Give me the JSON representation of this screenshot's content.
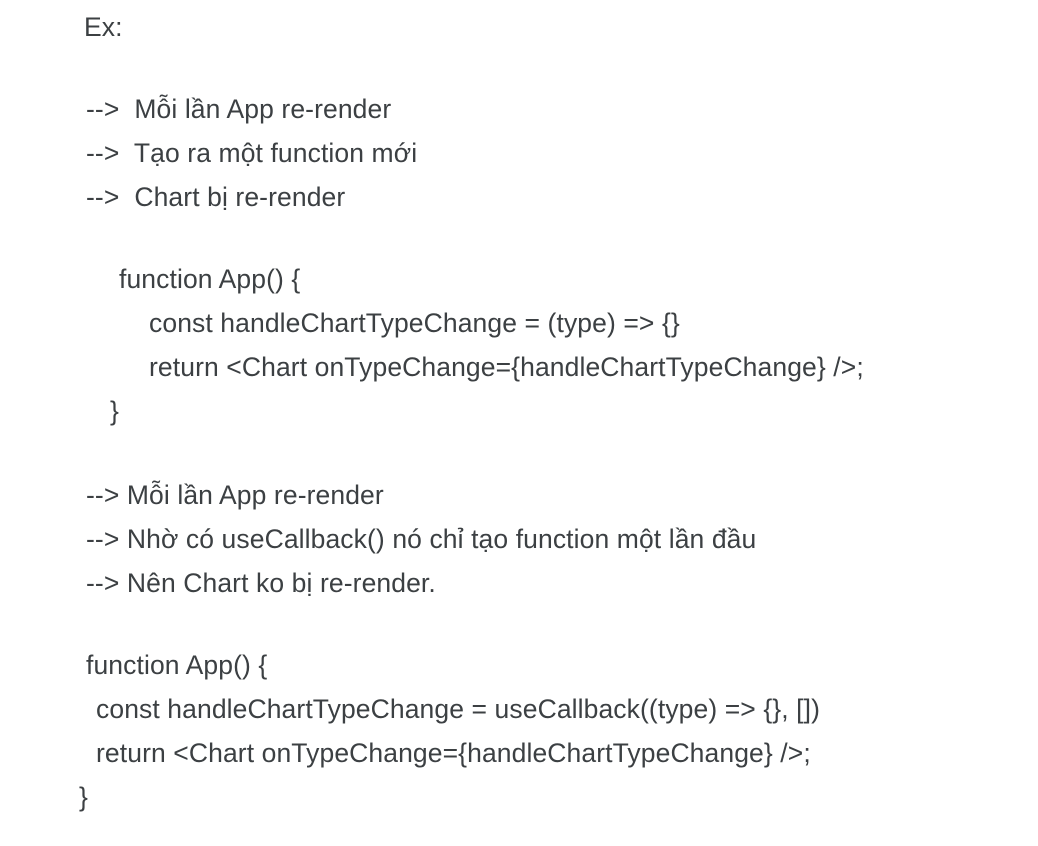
{
  "document": {
    "background_color": "#ffffff",
    "text_color": "#3c4043",
    "intro_label": "Ex:",
    "without_callback": {
      "notes": [
        "-->  Mỗi lần App re-render",
        "-->  Tạo ra một function mới",
        "-->  Chart bị re-render"
      ],
      "code": [
        "function App() {",
        "const handleChartTypeChange = (type) => {}",
        "return <Chart onTypeChange={handleChartTypeChange} />;",
        "}"
      ]
    },
    "with_callback": {
      "notes": [
        "--> Mỗi lần App re-render",
        "--> Nhờ có useCallback() nó chỉ tạo function một lần đầu",
        "--> Nên Chart ko bị re-render."
      ],
      "code": [
        "function App() {",
        "const handleChartTypeChange = useCallback((type) => {}, [])",
        "return <Chart onTypeChange={handleChartTypeChange} />;",
        "}"
      ]
    }
  }
}
